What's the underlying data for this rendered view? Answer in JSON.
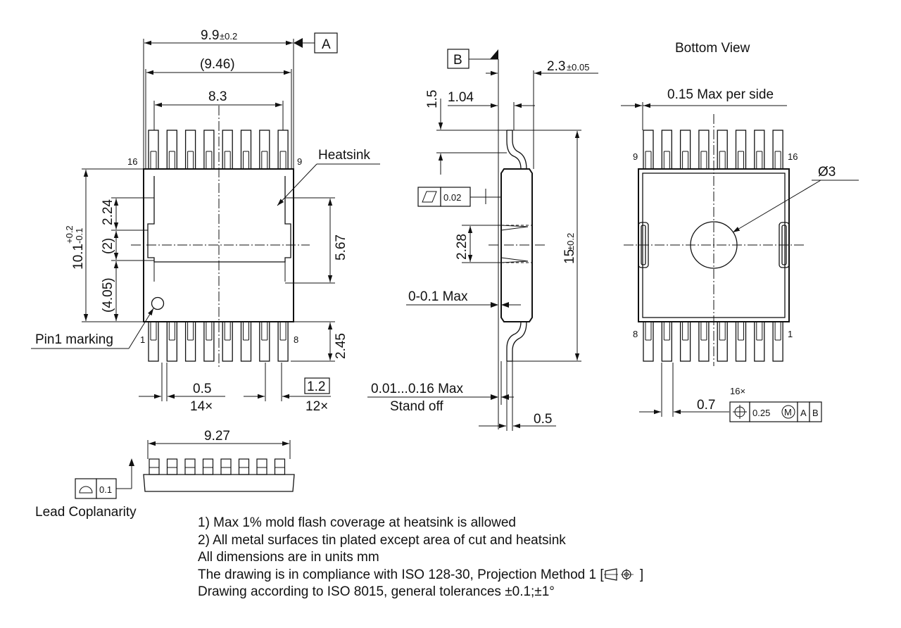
{
  "views": {
    "bottom_title": "Bottom View"
  },
  "datum": {
    "a": "A",
    "b": "B"
  },
  "front": {
    "width_total_value": "9.9",
    "width_total_tol": "±0.2",
    "width_ref": "(9.46)",
    "width_inner": "8.3",
    "height_total_base": "10.1",
    "height_total_tol_plus": "+0.2",
    "height_total_tol_minus": "-0.1",
    "dim_2_24": "2.24",
    "dim_2_ref": "(2)",
    "dim_4_05": "(4.05)",
    "dim_5_67": "5.67",
    "dim_2_45": "2.45",
    "pitch": "0.5",
    "pitch_count": "14×",
    "basic_pitch": "1.2",
    "basic_count": "12×",
    "heatsink_label": "Heatsink",
    "pin1_label": "Pin1 marking",
    "pins": {
      "p16": "16",
      "p9": "9",
      "p1": "1",
      "p8": "8"
    }
  },
  "side": {
    "thickness_value": "2.3",
    "thickness_tol": "±0.05",
    "dim_1_5": "1.5",
    "dim_1_04": "1.04",
    "flatness_value": "0.02",
    "dim_2_28": "2.28",
    "length_value": "15",
    "length_tol": "±0.2",
    "gap_label": "0-0.1 Max",
    "standoff_value": "0.01...0.16 Max",
    "standoff_label": "Stand off",
    "lead_thk": "0.5"
  },
  "bottom": {
    "flash": "0.15 Max per side",
    "hole_dia": "Ø3",
    "pins": {
      "p9": "9",
      "p16": "16",
      "p8": "8",
      "p1": "1"
    },
    "lead_width": "0.7",
    "pos_count": "16×",
    "pos_tol": "0.25",
    "pos_mod": "M",
    "pos_ref_a": "A",
    "pos_ref_b": "B"
  },
  "coplanarity": {
    "width": "9.27",
    "value": "0.1",
    "label": "Lead Coplanarity"
  },
  "notes": [
    "1) Max 1% mold flash coverage at heatsink is allowed",
    "2) All metal surfaces tin plated except area of cut and heatsink",
    "All dimensions are in units mm",
    "The drawing is in compliance with ISO 128-30, Projection Method 1 [",
    "]",
    "Drawing according to ISO 8015, general tolerances ±0.1;±1°"
  ]
}
